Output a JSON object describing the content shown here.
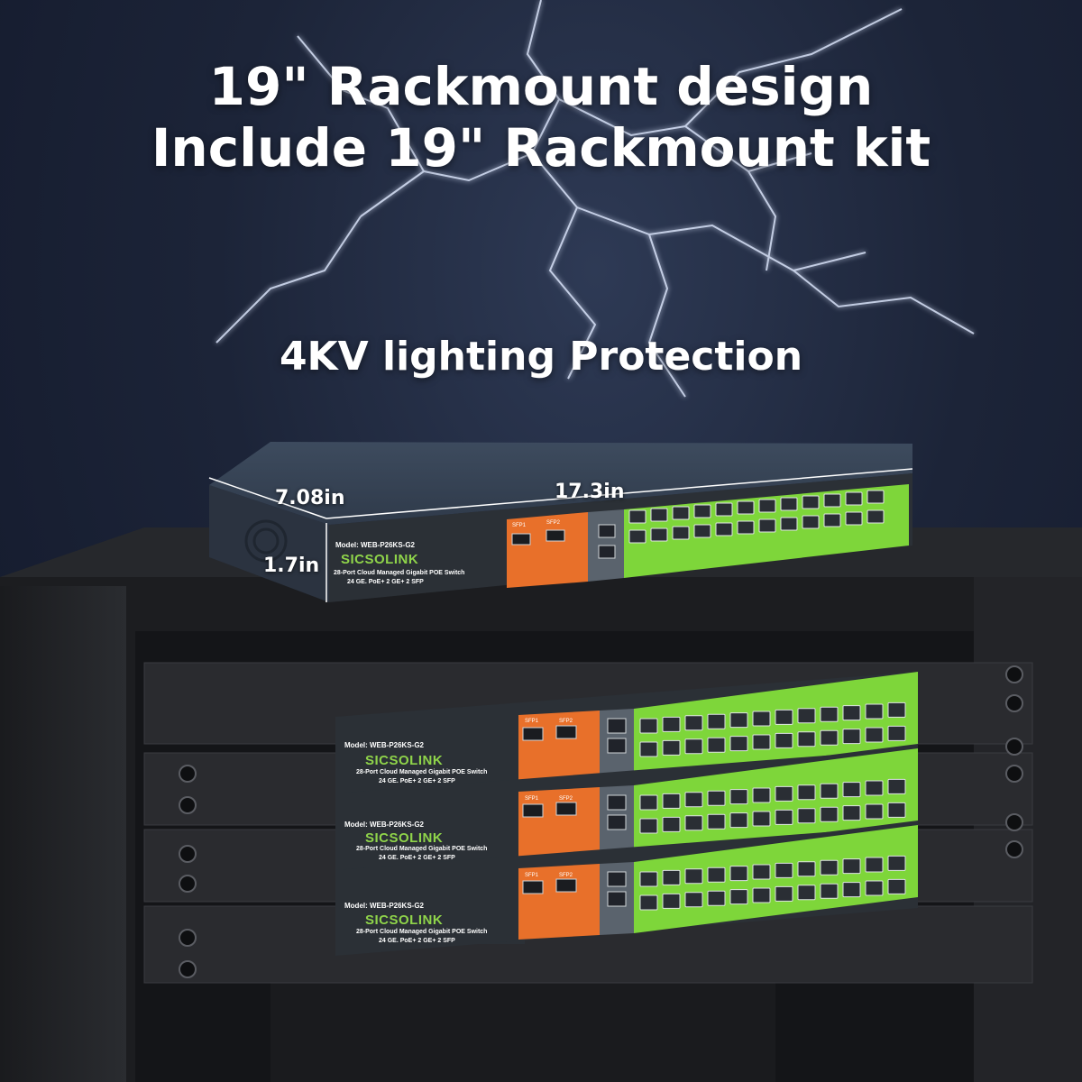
{
  "headline": {
    "line1": "19\" Rackmount design",
    "line2": "Include 19\" Rackmount kit",
    "line3": "4KV lighting Protection"
  },
  "dimensions": {
    "depth": "7.08in",
    "width": "17.3in",
    "height": "1.7in"
  },
  "switch": {
    "model": "Model: WEB-P26KS-G2",
    "brand": "SICSOLINK",
    "description_line1": "28-Port Cloud Managed Gigabit POE Switch",
    "description_line2": "24 GE. PoE+ 2 GE+ 2 SFP",
    "sfp1": "SFP1",
    "sfp2": "SFP2"
  },
  "icons": [
    "lightning-bolt-icon",
    "screw-icon",
    "rj45-port-icon",
    "sfp-port-icon"
  ],
  "colors": {
    "background": "#1c2438",
    "glow": "#3a7fd0",
    "rack": "#1e1f22",
    "switch_body": "#2b3036",
    "port_panel_green": "#7ed63a",
    "sfp_panel_orange": "#e8702a",
    "brand_text": "#8fd44a",
    "headline_text": "#ffffff"
  }
}
